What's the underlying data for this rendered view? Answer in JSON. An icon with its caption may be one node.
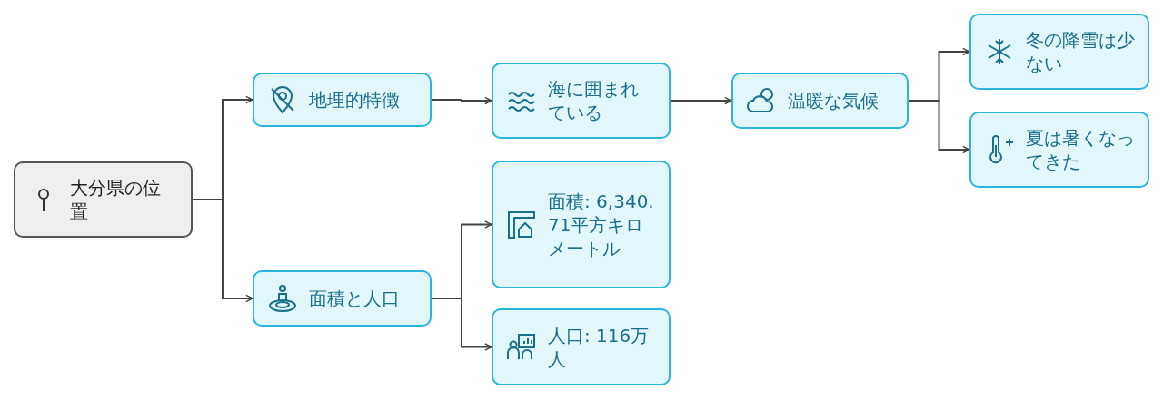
{
  "diagram": {
    "nodes": [
      {
        "text": [
          "大分県の位置"
        ]
      },
      {
        "text": [
          "地理的特徴"
        ]
      },
      {
        "text": [
          "面積と人口"
        ]
      },
      {
        "text": [
          "海に囲まれている"
        ]
      },
      {
        "text": [
          "温暖な気候"
        ]
      },
      {
        "text": [
          "冬の降雪は少ない"
        ]
      },
      {
        "text": [
          "夏は暑くなってきた"
        ]
      },
      {
        "text": [
          "面積: 6,340.71平方キロメートル"
        ]
      },
      {
        "text": [
          "人口: 116万人"
        ]
      }
    ],
    "edges": [
      {
        "from": 0,
        "to": 1,
        "arrow": "to"
      },
      {
        "from": 0,
        "to": 2,
        "arrow": "to"
      },
      {
        "from": 1,
        "to": 3,
        "arrow": "to"
      },
      {
        "from": 3,
        "to": 4,
        "arrow": "to"
      },
      {
        "from": 4,
        "to": 5,
        "arrow": "to"
      },
      {
        "from": 4,
        "to": 6,
        "arrow": "to"
      },
      {
        "from": 2,
        "to": 7,
        "arrow": "to"
      },
      {
        "from": 2,
        "to": 8,
        "arrow": "to"
      }
    ]
  }
}
